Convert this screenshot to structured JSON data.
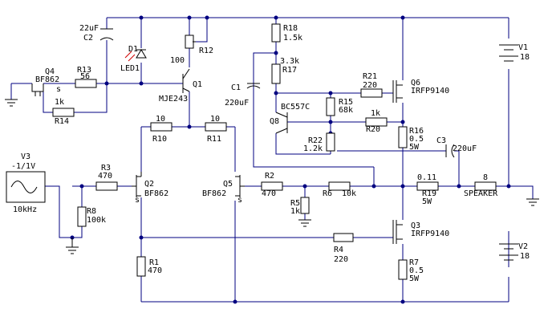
{
  "labels": {
    "c2_val": "22uF",
    "c2": "C2",
    "d1": "D1",
    "led1": "LED1",
    "r18": "R18",
    "r18_val": "1.5k",
    "r12_val": "100",
    "r12": "R12",
    "q1": "Q1",
    "q1_type": "MJE243",
    "r13": "R13",
    "r13_val": "56",
    "q4": "Q4",
    "q4_type": "BF862",
    "q4_s": "s",
    "r14_val": "1k",
    "r14": "R14",
    "r17_val": "3.3k",
    "r17": "R17",
    "c1": "C1",
    "c1_val": "220uF",
    "q8_type": "BC557C",
    "q8": "Q8",
    "r21": "R21",
    "r21_val": "220",
    "q6": "Q6",
    "q6_type": "IRFP9140",
    "r15": "R15",
    "r15_val": "68k",
    "r20_val": "1k",
    "r20": "R20",
    "r16": "R16",
    "r16_val": "0.5",
    "r16_w": "5W",
    "r22": "R22",
    "r22_val": "1.2k",
    "c3": "C3",
    "c3_val": "220uF",
    "r10_val": "10",
    "r10": "R10",
    "r11_val": "10",
    "r11": "R11",
    "v1": "V1",
    "v1_val": "18",
    "v3": "V3",
    "v3_val": "-1/1V",
    "v3_freq": "10kHz",
    "r3": "R3",
    "r3_val": "470",
    "q2": "Q2",
    "q2_type": "BF862",
    "q2_s": "s",
    "r8": "R8",
    "r8_val": "100k",
    "r2": "R2",
    "r2_val": "470",
    "q5": "Q5",
    "q5_type": "BF862",
    "q5_s": "s",
    "r5": "R5",
    "r5_val": "1k",
    "r6": "R6",
    "r6_val": "10k",
    "r19_val": "0.11",
    "r19": "R19",
    "r19_w": "5W",
    "spk_val": "8",
    "spk": "SPEAKER",
    "q3": "Q3",
    "q3_type": "IRFP9140",
    "r4": "R4",
    "r4_val": "220",
    "r1": "R1",
    "r1_val": "470",
    "r7": "R7",
    "r7_val": "0.5",
    "r7_w": "5W",
    "v2": "V2",
    "v2_val": "18"
  },
  "colors": {
    "wire": "#000080",
    "component": "#000000",
    "led_arrow": "#d00000"
  }
}
